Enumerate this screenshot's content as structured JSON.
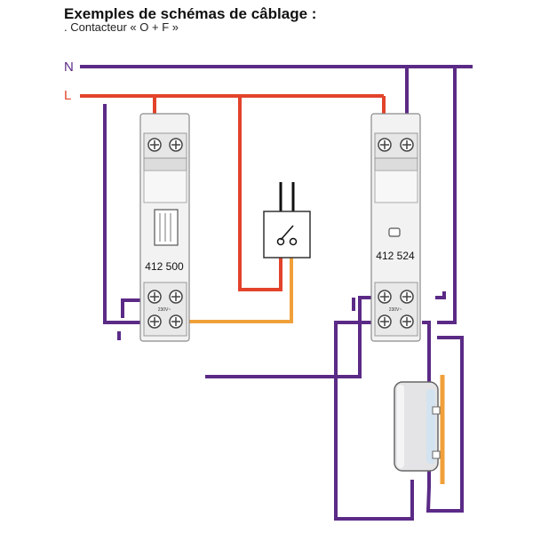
{
  "header": {
    "title": "Exemples de schémas de câblage :",
    "subtitle": ". Contacteur « O + F »"
  },
  "lines": {
    "neutral_label": "N",
    "live_label": "L"
  },
  "devices": {
    "left_module_ref": "412 500",
    "right_module_ref": "412 524",
    "voltage_mark": "230V~"
  },
  "colors": {
    "neutral": "#5b2a86",
    "live": "#e2432b",
    "orange": "#f0a03a",
    "module_fill": "#f2f2f2",
    "module_stroke": "#8a8a8a"
  },
  "icons": {
    "switch": "switch-icon",
    "water_heater": "water-heater-icon",
    "terminal": "terminal-screw-icon"
  }
}
